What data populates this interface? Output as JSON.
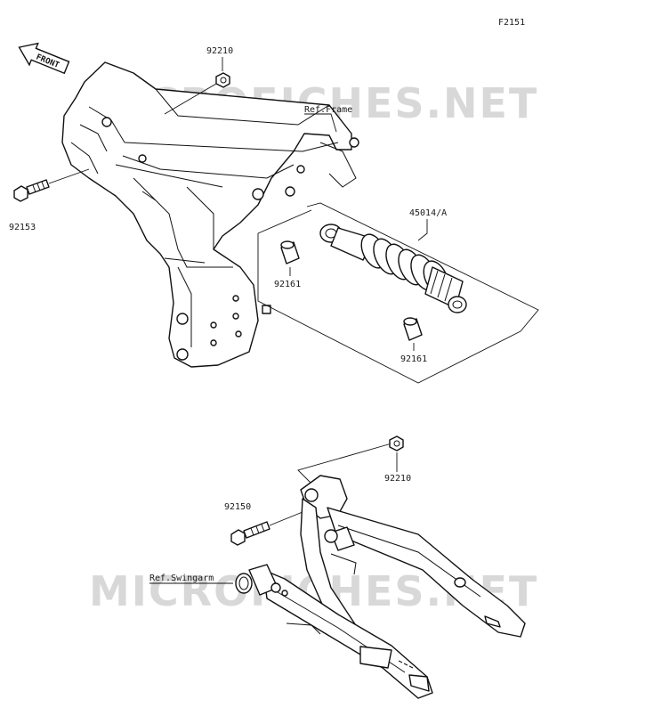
{
  "figure_code": "F2151",
  "direction_badge": "FRONT",
  "watermark": [
    "MICROFICHES.NET",
    "MICROFICHES.NET"
  ],
  "references": {
    "frame": "Ref.Frame",
    "swingarm": "Ref.Swingarm"
  },
  "callouts": [
    {
      "id": "nut-top",
      "part_no": "92210",
      "icon": "nut-icon"
    },
    {
      "id": "bolt-top",
      "part_no": "92153",
      "icon": "bolt-icon"
    },
    {
      "id": "shock-absorber",
      "part_no": "45014/A",
      "icon": "shock-absorber-icon"
    },
    {
      "id": "collar-left",
      "part_no": "92161",
      "icon": "collar-icon"
    },
    {
      "id": "collar-right",
      "part_no": "92161",
      "icon": "collar-icon"
    },
    {
      "id": "nut-bottom",
      "part_no": "92210",
      "icon": "nut-icon"
    },
    {
      "id": "bolt-bottom",
      "part_no": "92150",
      "icon": "bolt-icon"
    }
  ]
}
